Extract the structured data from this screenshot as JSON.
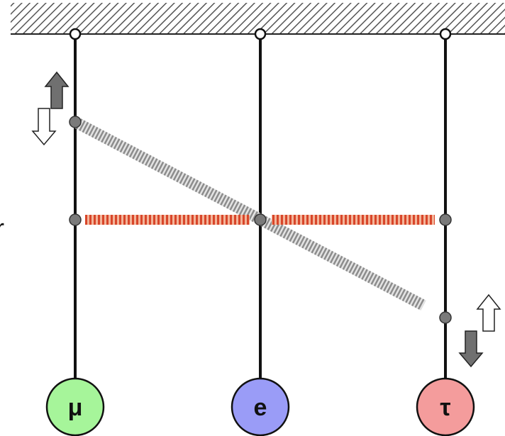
{
  "pendulums": [
    {
      "id": "mu",
      "label": "μ",
      "color": "#a6f59a"
    },
    {
      "id": "e",
      "label": "e",
      "color": "#9a9cf7"
    },
    {
      "id": "tau",
      "label": "τ",
      "color": "#f49c9c"
    }
  ],
  "margin_text": "r",
  "colors": {
    "ceiling_hatch": "#555555",
    "string": "#111111",
    "node_fill": "#7a7a7a",
    "pivot_fill": "#ffffff",
    "horizontal_spring": "#d8462a",
    "diagonal_spring": "#9a9a9a",
    "arrow_filled": "#707070",
    "arrow_hollow": "#ffffff"
  }
}
